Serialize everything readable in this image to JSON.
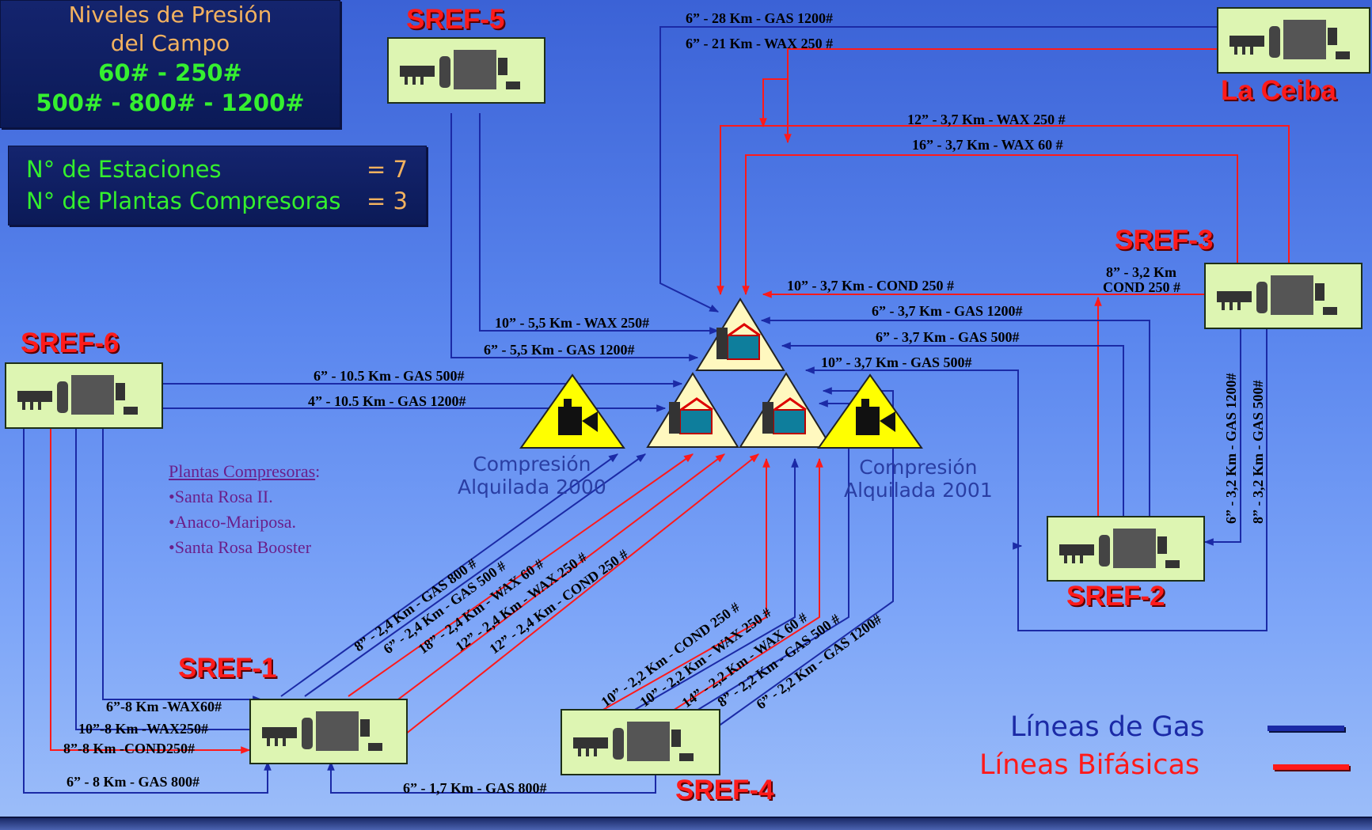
{
  "pressure_box": {
    "title_line1": "Niveles de Presión",
    "title_line2": "del Campo",
    "levels_line1": "60# - 250#",
    "levels_line2": "500# - 800# - 1200#"
  },
  "stations_box": {
    "stations_label": "N° de Estaciones",
    "stations_value": "= 7",
    "plants_label": "N° de Plantas Compresoras",
    "plants_value": "= 3"
  },
  "stations": {
    "sref5": "SREF-5",
    "sref6": "SREF-6",
    "sref1": "SREF-1",
    "sref4": "SREF-4",
    "sref2": "SREF-2",
    "sref3": "SREF-3",
    "la_ceiba": "La Ceiba"
  },
  "rented": {
    "left_line1": "Compresión",
    "left_line2": "Alquilada 2000",
    "right_line1": "Compresión",
    "right_line2": "Alquilada 2001"
  },
  "plants": {
    "heading": "Plantas Compresoras",
    "items": [
      "•Santa Rosa II.",
      "•Anaco-Mariposa.",
      "•Santa Rosa Booster"
    ]
  },
  "pipes": {
    "ceiba_gas1200": "6” - 28 Km - GAS 1200#",
    "ceiba_wax250": "6” - 21 Km - WAX 250 #",
    "sref3_wax250": "12” - 3,7 Km - WAX 250 #",
    "sref3_wax60": "16” - 3,7 Km - WAX 60 #",
    "sref2_cond_a": "8” - 3,2 Km",
    "sref2_cond_b": "COND 250 #",
    "cond250": "10” - 3,7 Km - COND 250 #",
    "gas1200_37": "6” - 3,7 Km - GAS 1200#",
    "gas500_37": "6” - 3,7 Km - GAS 500#",
    "gas500_10_37": "10” - 3,7 Km - GAS 500#",
    "sref5_wax250": "10” - 5,5 Km - WAX 250#",
    "sref5_gas1200": "6” - 5,5 Km - GAS 1200#",
    "sref6_gas500": "6” - 10.5 Km - GAS 500#",
    "sref6_gas1200": "4” - 10.5 Km - GAS 1200#",
    "sref3v_gas1200": "6” - 3,2 Km - GAS 1200#",
    "sref3v_gas500": "8” - 3,2  Km - GAS 500#",
    "s1_gas800": "8” - 2,4 Km - GAS 800 #",
    "s1_gas500": "6” - 2,4 Km - GAS 500 #",
    "s1_wax60": "18” - 2,4 Km - WAX 60 #",
    "s1_wax250": "12” - 2,4 Km - WAX 250 #",
    "s1_cond250": "12” - 2,4 Km - COND 250 #",
    "s4_cond250": "10” - 2,2 Km - COND 250 #",
    "s4_wax250": "10” - 2,2 Km - WAX 250 #",
    "s4_wax60": "14” - 2,2 Km - WAX 60 #",
    "s4_gas500": "8” - 2,2 Km - GAS 500 #",
    "s4_gas1200": "6” - 2,2 Km - GAS 1200#",
    "s6_wax60": "6”-8 Km -WAX60#",
    "s6_wax250": "10”-8 Km -WAX250#",
    "s6_cond250": "8”-8 Km -COND250#",
    "s6_gas800": "6” - 8 Km - GAS 800#",
    "s4_s1_gas800": "6” - 1,7 Km - GAS 800#"
  },
  "legend": {
    "gas_label": "Líneas de Gas",
    "biphasic_label": "Líneas Bifásicas",
    "gas_color": "#1b2aa6",
    "biphasic_color": "#ff1a1a"
  },
  "colors": {
    "gas_line": "#1b2aa6",
    "biphasic_line": "#ff1a1a",
    "station_fill": "#ddf5b2",
    "triangle_fill": "#fff8bf",
    "rented_triangle_fill": "#ffff00"
  },
  "icons": {
    "station": "flow-station-icon",
    "plant": "compressor-plant-icon",
    "rented": "rented-compressor-icon"
  }
}
